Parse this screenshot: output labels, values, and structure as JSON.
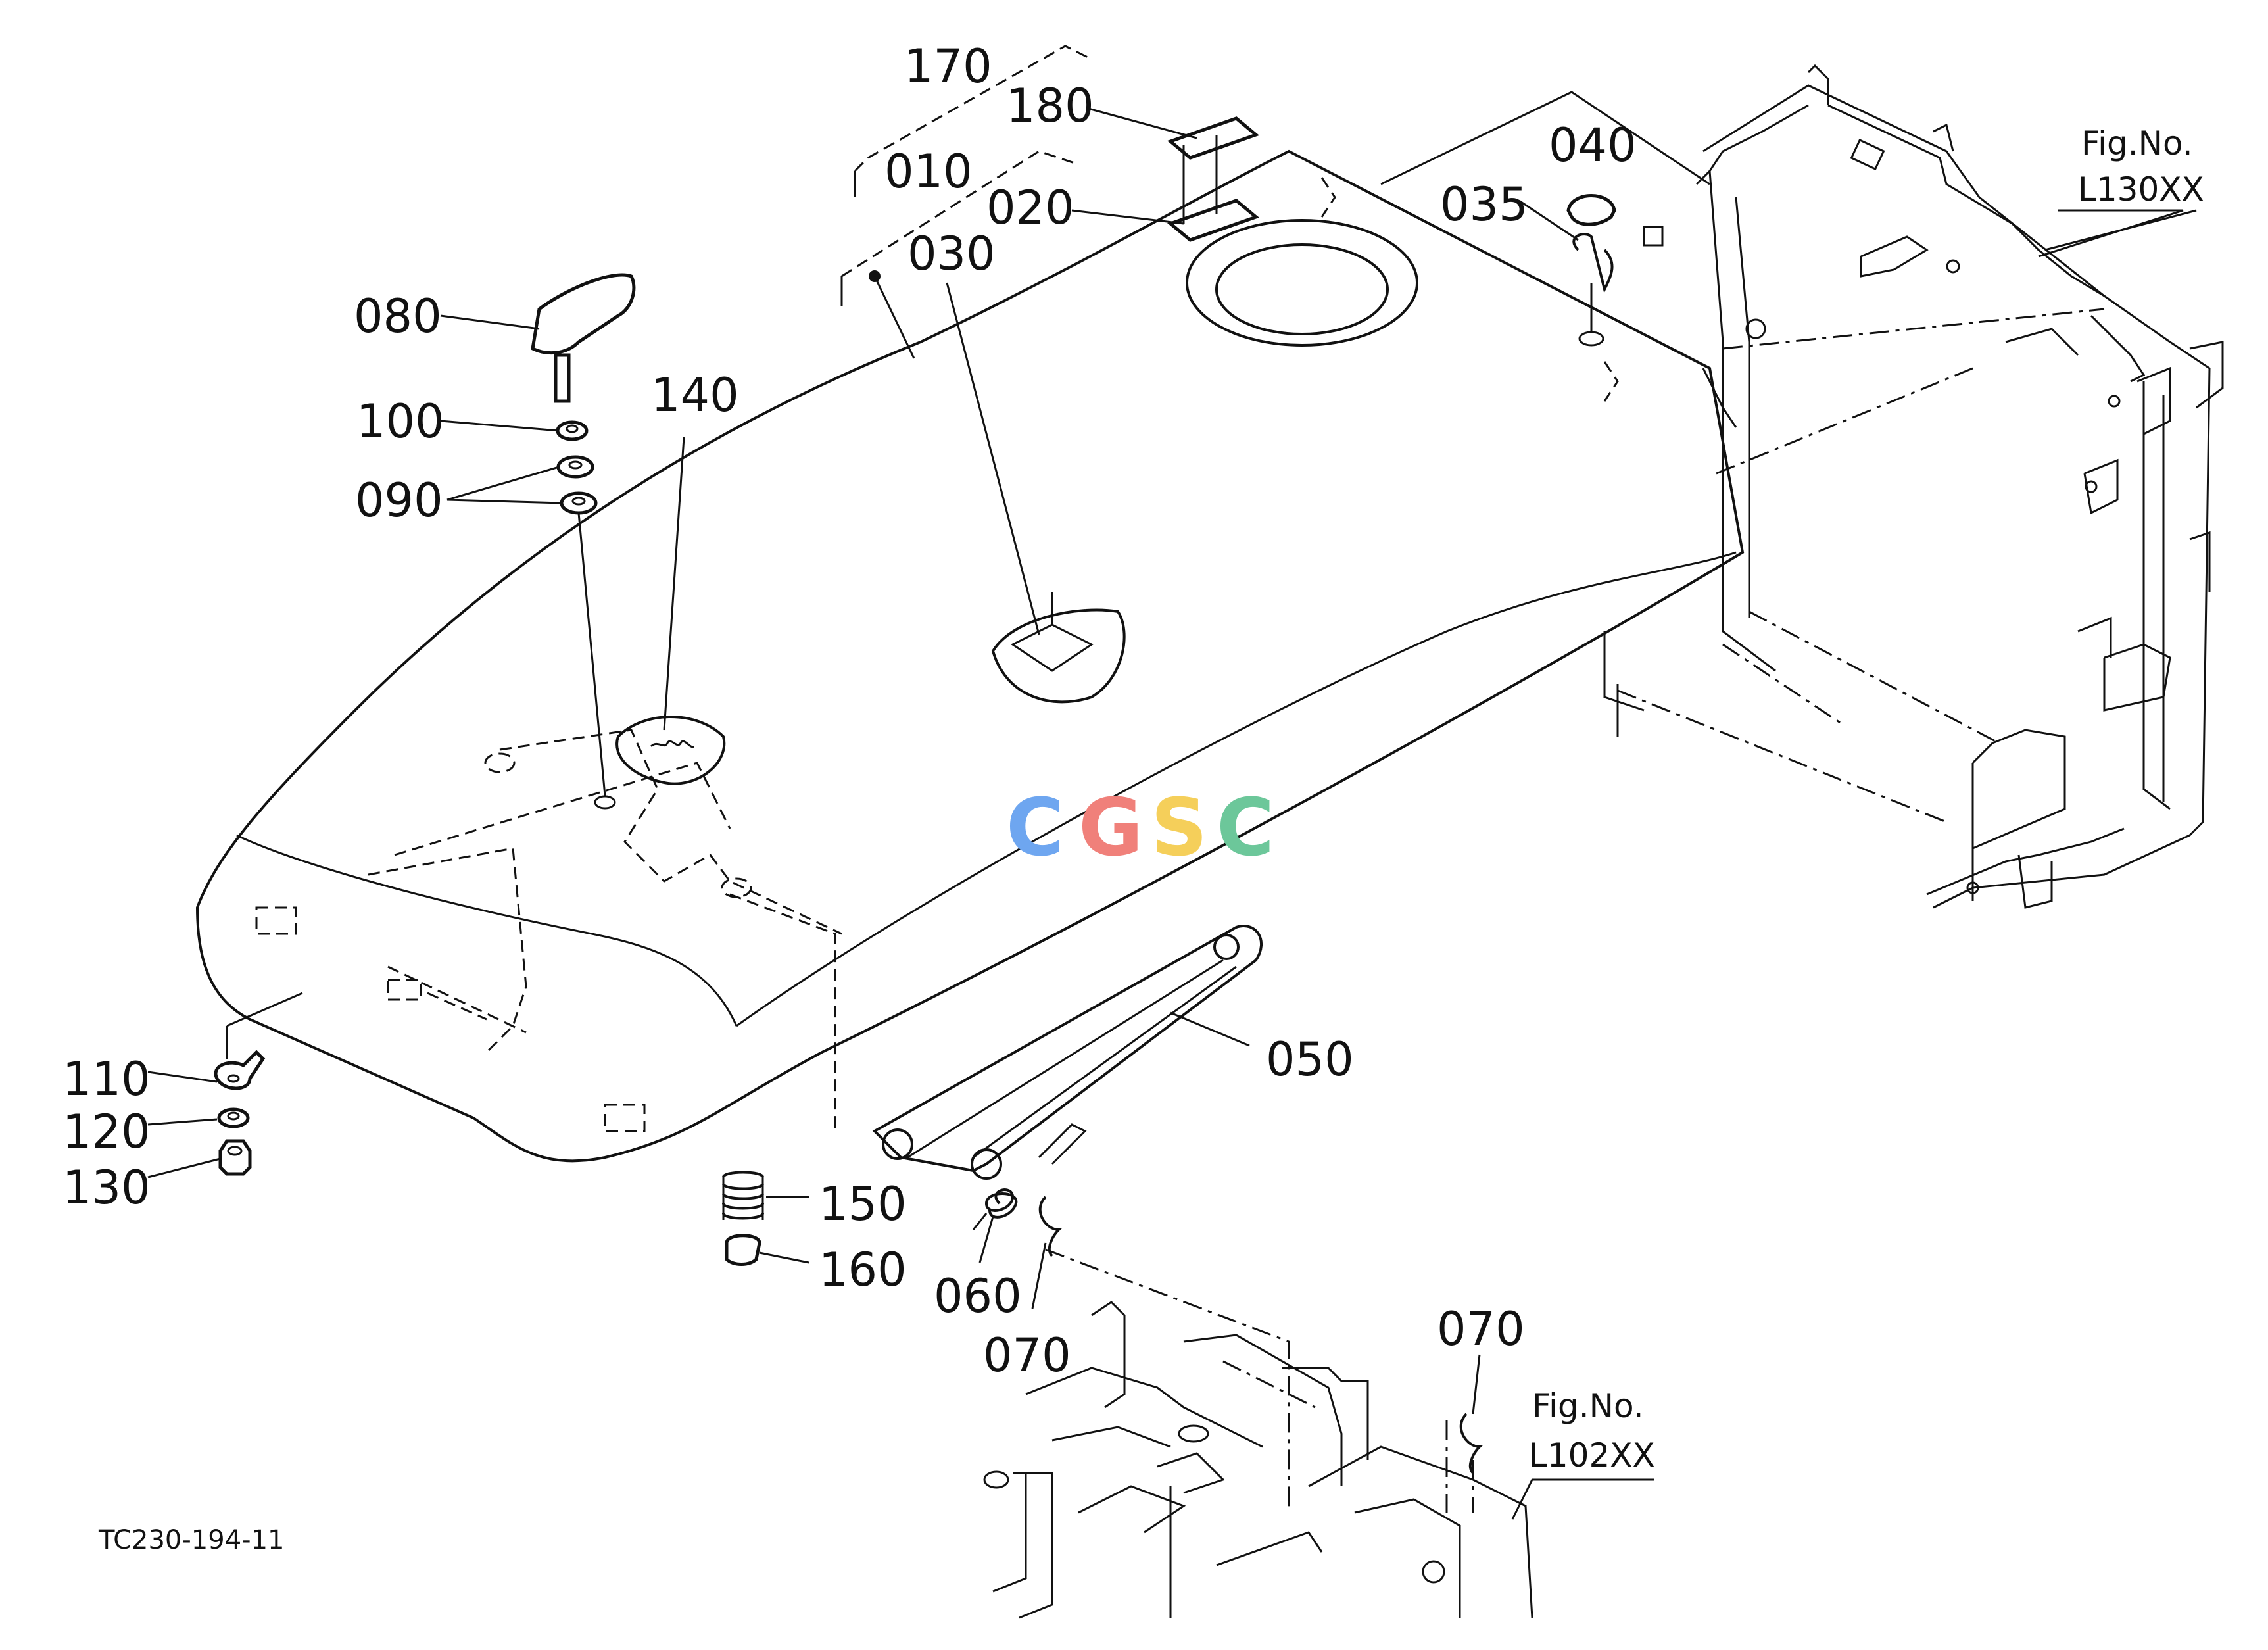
{
  "watermark": {
    "text": "CGSC",
    "colors": [
      "#6ea6f0",
      "#f0807a",
      "#f5cf5a",
      "#6cc79a"
    ]
  },
  "drawing_code": "TC230-194-11",
  "figure_refs": [
    {
      "line1": "Fig.No.",
      "line2": "L130XX"
    },
    {
      "line1": "Fig.No.",
      "line2": "L102XX"
    }
  ],
  "callouts": {
    "p170": "170",
    "p180": "180",
    "p010": "010",
    "p020": "020",
    "p030": "030",
    "p040": "040",
    "p035": "035",
    "p080": "080",
    "p100": "100",
    "p090": "090",
    "p140": "140",
    "p050": "050",
    "p110": "110",
    "p120": "120",
    "p130": "130",
    "p150": "150",
    "p160": "160",
    "p060": "060",
    "p070a": "070",
    "p070b": "070"
  }
}
